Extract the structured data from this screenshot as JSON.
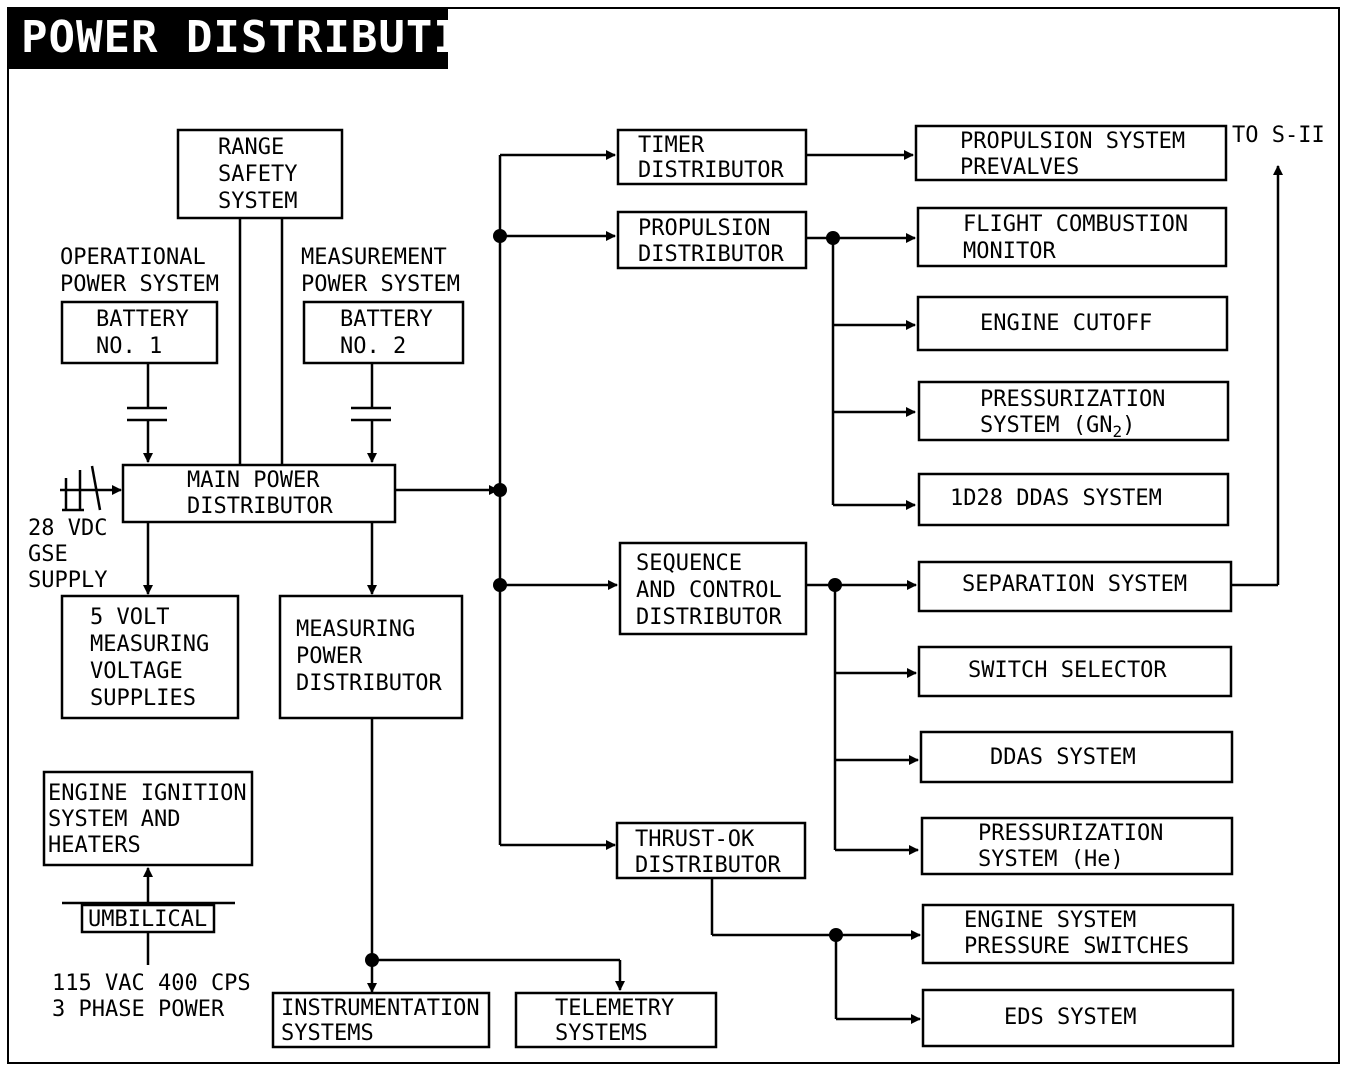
{
  "title": "POWER DISTRIBUTION",
  "blocks": {
    "range_safety": [
      "RANGE",
      "SAFETY",
      "SYSTEM"
    ],
    "operational_label": [
      "OPERATIONAL",
      "POWER SYSTEM"
    ],
    "battery1": [
      "BATTERY",
      "NO. 1"
    ],
    "measurement_label": [
      "MEASUREMENT",
      "POWER SYSTEM"
    ],
    "battery2": [
      "BATTERY",
      "NO. 2"
    ],
    "main_power": [
      "MAIN POWER",
      "DISTRIBUTOR"
    ],
    "gse_supply": [
      "28 VDC",
      "GSE",
      "SUPPLY"
    ],
    "five_volt": [
      "5 VOLT",
      "MEASURING",
      "VOLTAGE",
      "SUPPLIES"
    ],
    "measuring_power": [
      "MEASURING",
      "POWER",
      "DISTRIBUTOR"
    ],
    "engine_ignition": [
      "ENGINE IGNITION",
      "SYSTEM AND",
      "HEATERS"
    ],
    "umbilical": [
      "UMBILICAL"
    ],
    "vac_power": [
      "115 VAC 400 CPS",
      "3 PHASE POWER"
    ],
    "instrumentation": [
      "INSTRUMENTATION",
      "SYSTEMS"
    ],
    "telemetry": [
      "TELEMETRY",
      "SYSTEMS"
    ],
    "timer": [
      "TIMER",
      "DISTRIBUTOR"
    ],
    "propulsion": [
      "PROPULSION",
      "DISTRIBUTOR"
    ],
    "sequence": [
      "SEQUENCE",
      "AND CONTROL",
      "DISTRIBUTOR"
    ],
    "thrust_ok": [
      "THRUST-OK",
      "DISTRIBUTOR"
    ],
    "prevalves": [
      "PROPULSION SYSTEM",
      "PREVALVES"
    ],
    "to_s2": [
      "TO S-II"
    ],
    "flight_combustion": [
      "FLIGHT COMBUSTION",
      "MONITOR"
    ],
    "engine_cutoff": [
      "ENGINE CUTOFF"
    ],
    "press_gn2": [
      "PRESSURIZATION",
      "SYSTEM (GN",
      "2",
      ")"
    ],
    "ddas_1d28": [
      "1D28 DDAS SYSTEM"
    ],
    "separation": [
      "SEPARATION SYSTEM"
    ],
    "switch_selector": [
      "SWITCH SELECTOR"
    ],
    "ddas": [
      "DDAS SYSTEM"
    ],
    "press_he": [
      "PRESSURIZATION",
      "SYSTEM (He)"
    ],
    "engine_pressure": [
      "ENGINE SYSTEM",
      "PRESSURE SWITCHES"
    ],
    "eds": [
      "EDS SYSTEM"
    ]
  },
  "colors": {
    "ink": "#000000",
    "paper": "#ffffff"
  }
}
